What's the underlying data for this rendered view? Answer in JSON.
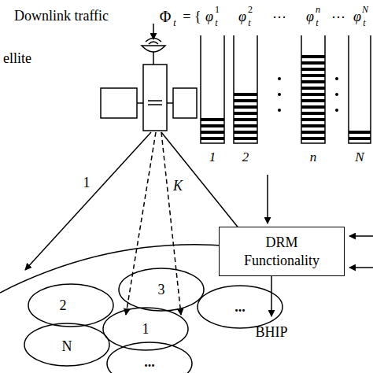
{
  "diagram": {
    "nodes": [
      {
        "text": [
          "DRM Functionality"
        ]
      },
      {
        "text": [
          "3"
        ]
      },
      {
        "text": [
          "2"
        ]
      },
      {
        "text": [
          "..."
        ]
      },
      {
        "text": [
          "1"
        ]
      },
      {
        "text": [
          "N"
        ]
      },
      {
        "text": [
          "..."
        ]
      }
    ],
    "labels": [
      "Downlink traffic",
      "Φ",
      "t",
      "= {",
      "φ",
      "t",
      "1",
      "φ",
      "t",
      "2",
      "···",
      "φ",
      "t",
      "n",
      "···",
      "φ",
      "t",
      "N",
      "ellite",
      "1",
      "K",
      "1",
      "2",
      "n",
      "N",
      "BHIP"
    ]
  }
}
